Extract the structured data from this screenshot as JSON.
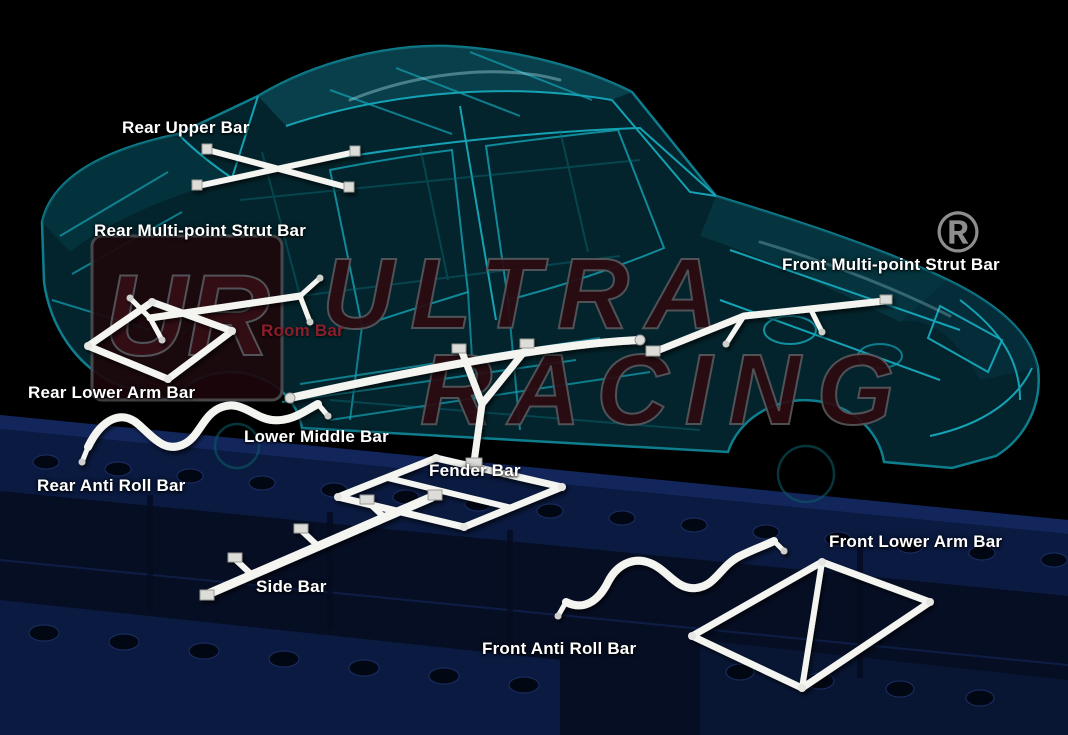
{
  "watermark": {
    "monogram": "UR",
    "brand_line1": "ULTRA",
    "brand_line2": "RACING",
    "registered_mark": "®"
  },
  "labels": {
    "rear_upper_bar": "Rear Upper Bar",
    "rear_multi_point_strut_bar": "Rear Multi-point Strut Bar",
    "front_multi_point_strut_bar": "Front Multi-point Strut Bar",
    "room_bar": "Room Bar",
    "rear_lower_arm_bar": "Rear Lower Arm Bar",
    "lower_middle_bar": "Lower Middle Bar",
    "rear_anti_roll_bar": "Rear Anti Roll Bar",
    "fender_bar": "Fender Bar",
    "front_lower_arm_bar": "Front Lower Arm Bar",
    "side_bar": "Side Bar",
    "front_anti_roll_bar": "Front Anti Roll Bar"
  },
  "colors": {
    "background": "#000000",
    "label_text": "#ffffff",
    "room_bar_label": "#8b1e2a",
    "chassis_teal": "#0e7e8e",
    "bar_white": "#f4f4f1",
    "platform_blue": "#0b1c46",
    "watermark_red": "#2c0a10",
    "watermark_outline": "#56565a",
    "registered_mark_gray": "#9a9a9a"
  }
}
